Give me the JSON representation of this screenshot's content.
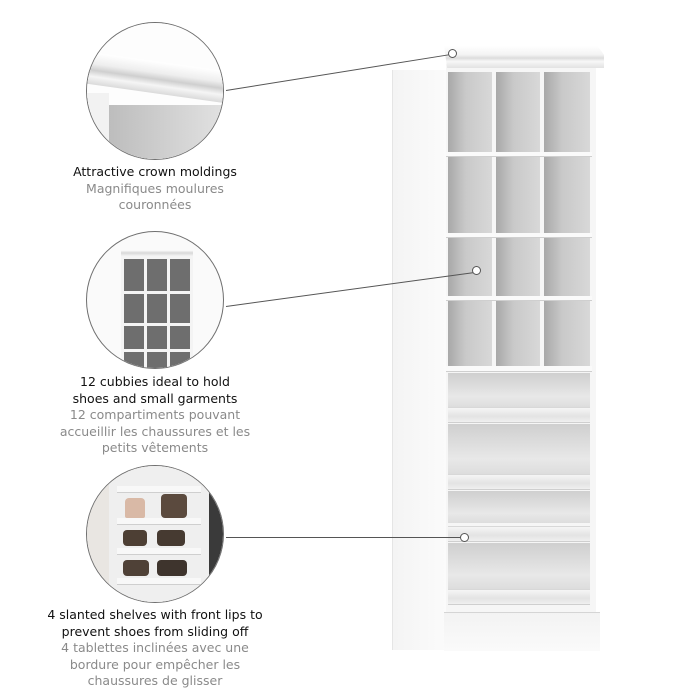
{
  "features": [
    {
      "en": [
        "Attractive crown moldings"
      ],
      "fr": [
        "Magnifiques moulures",
        "couronnées"
      ]
    },
    {
      "en": [
        "12 cubbies ideal to hold",
        "shoes and small garments"
      ],
      "fr": [
        "12 compartiments pouvant",
        "accueillir les chaussures et les",
        "petits vêtements"
      ]
    },
    {
      "en": [
        "4 slanted shelves with front lips to",
        "prevent shoes from sliding off"
      ],
      "fr": [
        "4 tablettes inclinées avec une",
        "bordure pour empêcher les",
        "chaussures de glisser"
      ]
    }
  ],
  "product": {
    "cubby_count": 12,
    "cubby_rows": 4,
    "cubby_cols": 3,
    "slanted_shelf_count": 4
  },
  "colors": {
    "english_text": "#111111",
    "french_text": "#8a8a8a",
    "leader_line": "#555555"
  }
}
